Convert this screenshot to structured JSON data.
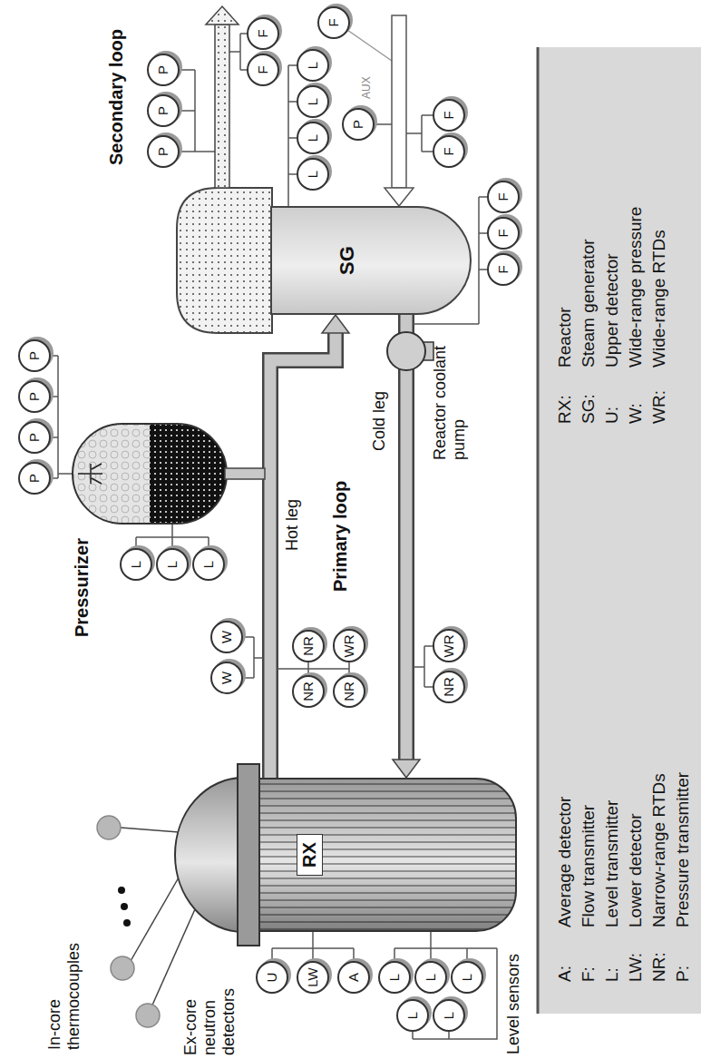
{
  "diagram": {
    "nodes": [
      {
        "text": [
          "RX"
        ]
      },
      {
        "text": [
          "U"
        ]
      },
      {
        "text": [
          "LW"
        ]
      },
      {
        "text": [
          "A"
        ]
      },
      {
        "text": [
          "L"
        ]
      },
      {
        "text": [
          "L"
        ]
      },
      {
        "text": [
          "L"
        ]
      },
      {
        "text": [
          "L"
        ]
      },
      {
        "text": [
          "L"
        ]
      },
      {
        "text": [
          "W"
        ]
      },
      {
        "text": [
          "W"
        ]
      },
      {
        "text": [
          "NR"
        ]
      },
      {
        "text": [
          "NR"
        ]
      },
      {
        "text": [
          "NR"
        ]
      },
      {
        "text": [
          "WR"
        ]
      },
      {
        "text": [
          "NR"
        ]
      },
      {
        "text": [
          "WR"
        ]
      },
      {
        "text": [
          "P"
        ]
      },
      {
        "text": [
          "P"
        ]
      },
      {
        "text": [
          "P"
        ]
      },
      {
        "text": [
          "P"
        ]
      },
      {
        "text": [
          "L"
        ]
      },
      {
        "text": [
          "L"
        ]
      },
      {
        "text": [
          "L"
        ]
      },
      {
        "text": [
          "SG"
        ]
      },
      {
        "text": [
          "F"
        ]
      },
      {
        "text": [
          "F"
        ]
      },
      {
        "text": [
          "F"
        ]
      },
      {
        "text": [
          "P"
        ]
      },
      {
        "text": [
          "P"
        ]
      },
      {
        "text": [
          "P"
        ]
      },
      {
        "text": [
          "F"
        ]
      },
      {
        "text": [
          "F"
        ]
      },
      {
        "text": [
          "L"
        ]
      },
      {
        "text": [
          "L"
        ]
      },
      {
        "text": [
          "L"
        ]
      },
      {
        "text": [
          "L"
        ]
      },
      {
        "text": [
          "F"
        ]
      },
      {
        "text": [
          "F"
        ]
      },
      {
        "text": [
          "P"
        ]
      },
      {
        "text": [
          "F"
        ]
      }
    ],
    "edges": [
      {
        "from": 0,
        "to": 24,
        "arrow": "to"
      },
      {
        "from": 24,
        "to": 0,
        "arrow": "to"
      }
    ],
    "labels": [
      "In-core thermocouples",
      "Ex-core neutron detectors",
      "Level sensors",
      "Pressurizer",
      "Hot leg",
      "Primary loop",
      "Cold leg",
      "Reactor coolant pump",
      "Secondary loop",
      "AUX",
      "A:",
      "Average detector",
      "F:",
      "Flow transmitter",
      "L:",
      "Level transmitter",
      "LW:",
      "Lower detector",
      "NR:",
      "Narrow-range RTDs",
      "P:",
      "Pressure transmitter",
      "RX:",
      "Reactor",
      "SG:",
      "Steam generator",
      "U:",
      "Upper detector",
      "W:",
      "Wide-range pressure",
      "WR:",
      "Wide-range RTDs"
    ]
  }
}
